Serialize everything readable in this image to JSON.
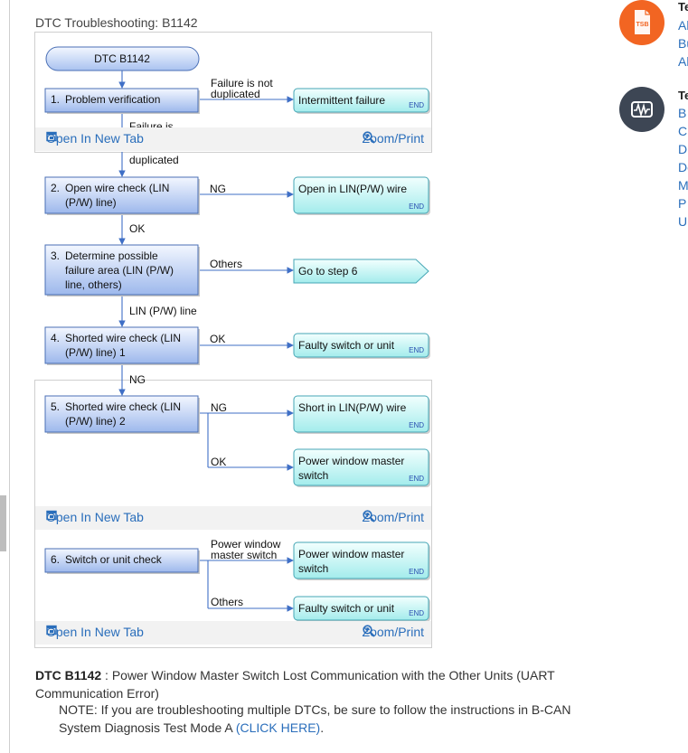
{
  "page": {
    "title": "DTC Troubleshooting: B1142"
  },
  "flowchart": {
    "start_label": "DTC B1142",
    "steps": [
      {
        "num": "1.",
        "lines": [
          "Problem verification"
        ]
      },
      {
        "num": "2.",
        "lines": [
          "Open wire check (LIN",
          "(P/W) line)"
        ]
      },
      {
        "num": "3.",
        "lines": [
          "Determine possible",
          "failure area (LIN (P/W)",
          "line, others)"
        ]
      },
      {
        "num": "4.",
        "lines": [
          "Shorted wire check (LIN",
          "(P/W) line) 1"
        ]
      },
      {
        "num": "5.",
        "lines": [
          "Shorted wire check (LIN",
          "(P/W) line) 2"
        ]
      },
      {
        "num": "6.",
        "lines": [
          "Switch or unit check"
        ]
      }
    ],
    "results": [
      {
        "lines": [
          "Intermittent failure"
        ],
        "end": "END"
      },
      {
        "lines": [
          "Open in LIN(P/W) wire"
        ],
        "end": "END"
      },
      {
        "lines": [
          "Go to step 6"
        ],
        "end": ""
      },
      {
        "lines": [
          "Faulty switch or unit"
        ],
        "end": "END"
      },
      {
        "lines": [
          "Short in LIN(P/W) wire"
        ],
        "end": "END"
      },
      {
        "lines": [
          "Power window master",
          "switch"
        ],
        "end": "END"
      },
      {
        "lines": [
          "Power window master",
          "switch"
        ],
        "end": "END"
      },
      {
        "lines": [
          "Faulty switch or unit"
        ],
        "end": "END"
      }
    ],
    "branch_labels": [
      {
        "lines": [
          "Failure is not",
          "duplicated"
        ]
      },
      {
        "lines": [
          "Failure is"
        ]
      },
      {
        "lines": [
          "duplicated"
        ]
      },
      {
        "lines": [
          "NG"
        ]
      },
      {
        "lines": [
          "OK"
        ]
      },
      {
        "lines": [
          "Others"
        ]
      },
      {
        "lines": [
          "LIN (P/W) line"
        ]
      },
      {
        "lines": [
          "OK"
        ]
      },
      {
        "lines": [
          "NG"
        ]
      },
      {
        "lines": [
          "NG"
        ]
      },
      {
        "lines": [
          "OK"
        ]
      },
      {
        "lines": [
          "Power window",
          "master switch"
        ]
      },
      {
        "lines": [
          "Others"
        ]
      }
    ]
  },
  "toolbar": {
    "open_new_tab": "Open In New Tab",
    "zoom_print": "Zoom/Print"
  },
  "description": {
    "code": "DTC B1142",
    "text": " : Power Window Master Switch Lost Communication with the Other Units (UART Communication Error)"
  },
  "note": {
    "text": "NOTE: If you are troubleshooting multiple DTCs, be sure to follow the instructions in B-CAN System Diagnosis Test Mode A ",
    "link": "(CLICK HERE)",
    "after": "."
  },
  "sidebar": {
    "tsb": {
      "badge": "TSB",
      "title": "Te",
      "links": [
        "Al",
        "Bu",
        "Al"
      ]
    },
    "tech": {
      "title": "Te",
      "links": [
        "B",
        "C",
        "Di",
        "De",
        "M",
        "P",
        "U"
      ]
    }
  },
  "colors": {
    "link": "#2a6ebb",
    "tsb_icon": "#f26522",
    "tech_icon": "#3d4654",
    "box_stroke": "#4a6fb5",
    "arrow": "#3f6fc6"
  }
}
